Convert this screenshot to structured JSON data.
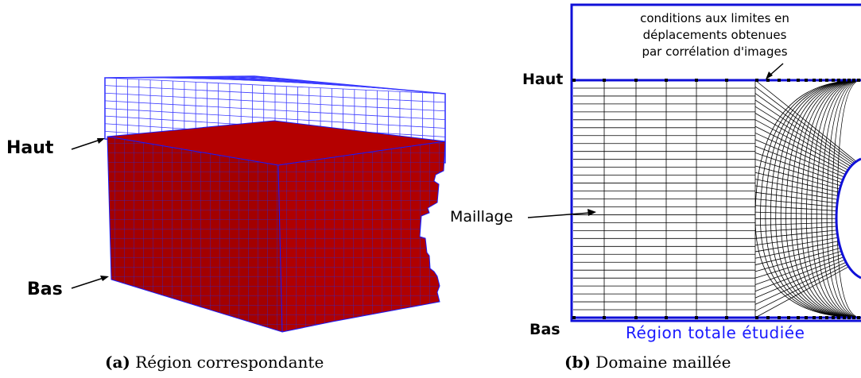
{
  "panel_a": {
    "label_top": "Haut",
    "label_bottom": "Bas",
    "caption_tag": "(a)",
    "caption_text": "Région correspondante"
  },
  "panel_b": {
    "label_top": "Haut",
    "label_bottom": "Bas",
    "label_mesh": "Maillage",
    "note_line1": "conditions aux limites en",
    "note_line2": "déplacements obtenues",
    "note_line3": "par corrélation d'images",
    "region_label": "Région totale  étudiée",
    "caption_tag": "(b)",
    "caption_text": "Domaine maillée"
  },
  "colors": {
    "mesh_blue": "#1a1aff",
    "solid_red": "#a30000",
    "frame_blue": "#1010d8",
    "region_text": "#1a1aff"
  }
}
